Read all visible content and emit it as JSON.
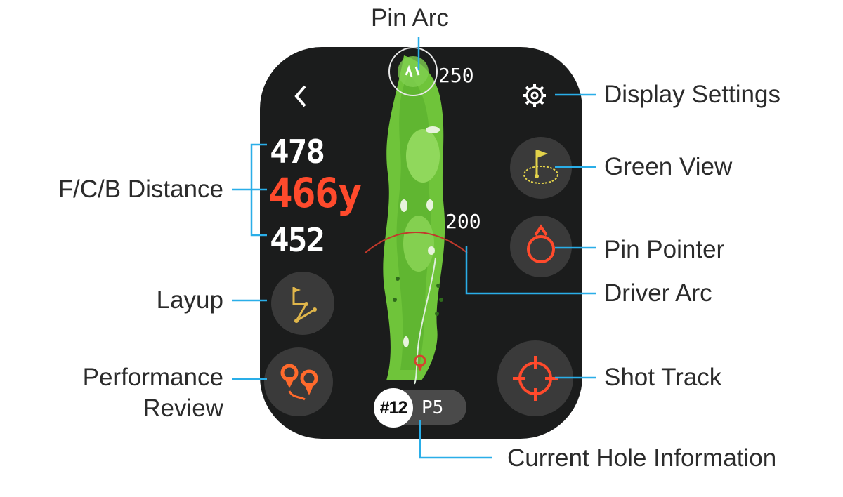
{
  "watch": {
    "back_label": "<",
    "distances": {
      "front": "478",
      "center": "466y",
      "back": "452"
    },
    "yardage_markers": [
      "250",
      "200"
    ],
    "hole_number": "#12",
    "par": "P5"
  },
  "callouts": {
    "pin_arc": "Pin Arc",
    "display_settings": "Display Settings",
    "green_view": "Green View",
    "pin_pointer": "Pin Pointer",
    "driver_arc": "Driver Arc",
    "shot_track": "Shot Track",
    "current_hole_info": "Current Hole Information",
    "fcb_distance": "F/C/B Distance",
    "layup": "Layup",
    "performance_review_line1": "Performance",
    "performance_review_line2": "Review"
  },
  "colors": {
    "callout_line": "#2aaee8",
    "watch_bg": "#1b1c1c",
    "center_distance": "#ff4a2c",
    "fairway": "#6fc43a",
    "layup_icon": "#e0b64a"
  },
  "icons": [
    "back-icon",
    "gear-icon",
    "green-flag-icon",
    "pin-pointer-icon",
    "layup-path-icon",
    "location-pins-icon",
    "crosshair-icon"
  ]
}
